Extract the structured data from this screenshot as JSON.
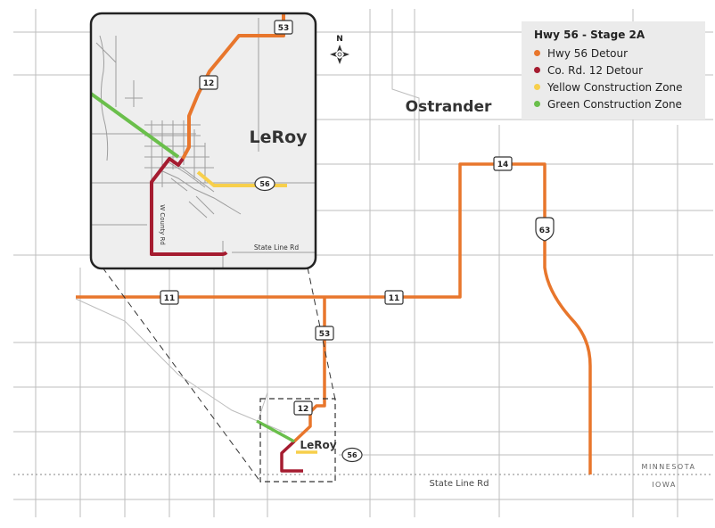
{
  "legend": {
    "title": "Hwy 56 - Stage 2A",
    "items": [
      {
        "label": "Hwy 56 Detour",
        "color": "#e8762c"
      },
      {
        "label": "Co. Rd. 12 Detour",
        "color": "#a51c30"
      },
      {
        "label": "Yellow Construction Zone",
        "color": "#f7cf4b"
      },
      {
        "label": "Green Construction Zone",
        "color": "#6abf4b"
      }
    ]
  },
  "compass": {
    "north_label": "N"
  },
  "places": {
    "ostrander": "Ostrander",
    "leroy": "LeRoy",
    "leroy_inset": "LeRoy"
  },
  "shields": {
    "hwy14": "14",
    "hwy63": "63",
    "hwy11_west": "11",
    "hwy11_east": "11",
    "hwy53": "53",
    "hwy12": "12",
    "hwy56": "56",
    "inset_hwy53": "53",
    "inset_hwy12": "12",
    "inset_hwy56": "56"
  },
  "roads": {
    "state_line_rd": "State Line Rd",
    "inset_state_line_rd": "State Line Rd",
    "inset_w_county_rd": "W County Rd"
  },
  "states": {
    "north": "MINNESOTA",
    "south": "IOWA"
  },
  "colors": {
    "detour": "#e8762c",
    "co_rd_detour": "#a51c30",
    "yellow_zone": "#f7cf4b",
    "green_zone": "#6abf4b",
    "road": "#bdbdbd",
    "inset_bg": "#eeeeee"
  }
}
